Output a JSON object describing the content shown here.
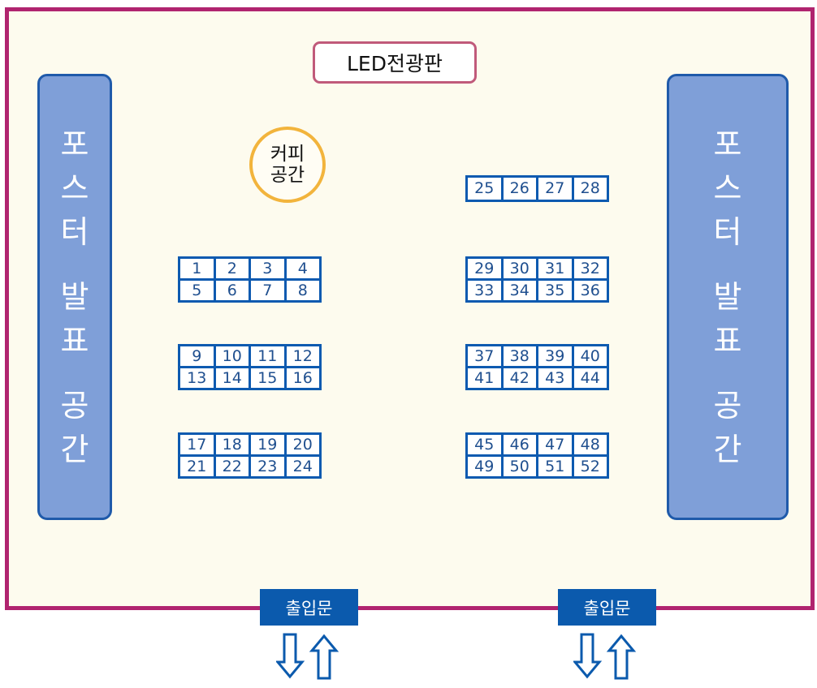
{
  "led": "LED전광판",
  "poster_left": [
    "포",
    "스",
    "터",
    "발",
    "표",
    "공",
    "간"
  ],
  "poster_right": [
    "포",
    "스",
    "터",
    "발",
    "표",
    "공",
    "간"
  ],
  "coffee": [
    "커피",
    "공간"
  ],
  "tables": {
    "t25": [
      "25",
      "26",
      "27",
      "28"
    ],
    "t1": [
      "1",
      "2",
      "3",
      "4",
      "5",
      "6",
      "7",
      "8"
    ],
    "t9": [
      "9",
      "10",
      "11",
      "12",
      "13",
      "14",
      "15",
      "16"
    ],
    "t17": [
      "17",
      "18",
      "19",
      "20",
      "21",
      "22",
      "23",
      "24"
    ],
    "t29": [
      "29",
      "30",
      "31",
      "32",
      "33",
      "34",
      "35",
      "36"
    ],
    "t37": [
      "37",
      "38",
      "39",
      "40",
      "41",
      "42",
      "43",
      "44"
    ],
    "t45": [
      "45",
      "46",
      "47",
      "48",
      "49",
      "50",
      "51",
      "52"
    ]
  },
  "doors": [
    "출입문",
    "출입문"
  ],
  "colors": {
    "border": "#b0246f",
    "floor": "#fdfbee",
    "poster_fill": "#7f9fd8",
    "table_blue": "#0d5ab0",
    "coffee_ring": "#f2b43c",
    "led_border": "#c05a7a"
  }
}
